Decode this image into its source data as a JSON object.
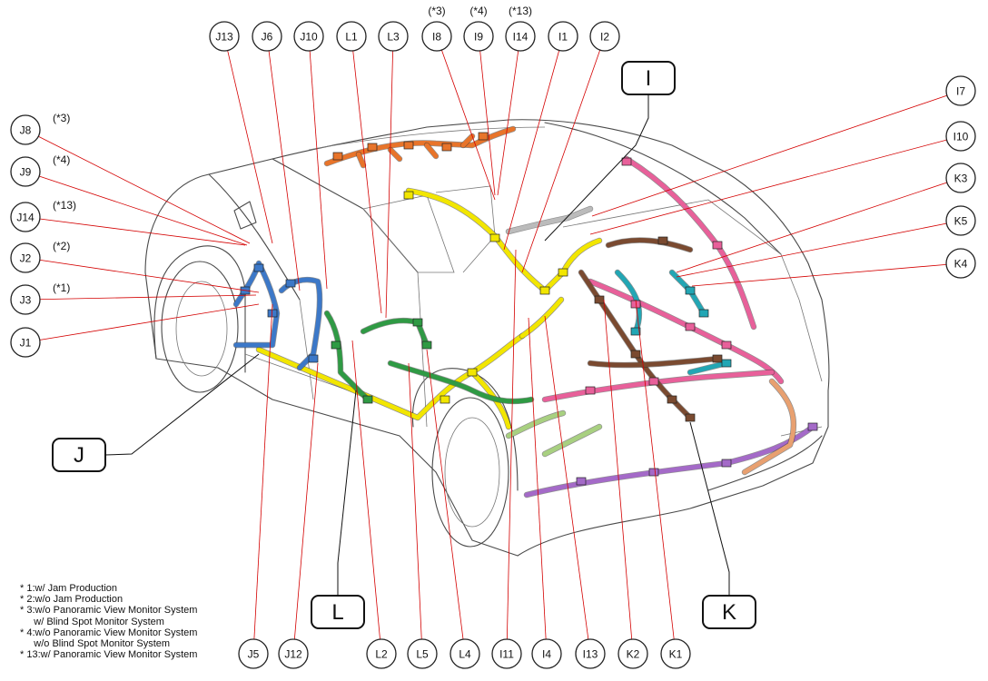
{
  "top_connectors": [
    {
      "id": "J13",
      "note": ""
    },
    {
      "id": "J6",
      "note": ""
    },
    {
      "id": "J10",
      "note": ""
    },
    {
      "id": "L1",
      "note": ""
    },
    {
      "id": "L3",
      "note": ""
    },
    {
      "id": "I8",
      "note": "(*3)"
    },
    {
      "id": "I9",
      "note": "(*4)"
    },
    {
      "id": "I14",
      "note": "(*13)"
    },
    {
      "id": "I1",
      "note": ""
    },
    {
      "id": "I2",
      "note": ""
    }
  ],
  "left_connectors": [
    {
      "id": "J8",
      "note": "(*3)"
    },
    {
      "id": "J9",
      "note": "(*4)"
    },
    {
      "id": "J14",
      "note": "(*13)"
    },
    {
      "id": "J2",
      "note": "(*2)"
    },
    {
      "id": "J3",
      "note": "(*1)"
    },
    {
      "id": "J1",
      "note": ""
    }
  ],
  "right_connectors": [
    {
      "id": "I7"
    },
    {
      "id": "I10"
    },
    {
      "id": "K3"
    },
    {
      "id": "K5"
    },
    {
      "id": "K4"
    }
  ],
  "bottom_connectors": [
    {
      "id": "J5"
    },
    {
      "id": "J12"
    },
    {
      "id": "L2"
    },
    {
      "id": "L5"
    },
    {
      "id": "L4"
    },
    {
      "id": "I11"
    },
    {
      "id": "I4"
    },
    {
      "id": "I13"
    },
    {
      "id": "K2"
    },
    {
      "id": "K1"
    }
  ],
  "zones": [
    {
      "label": "I"
    },
    {
      "label": "J"
    },
    {
      "label": "L"
    },
    {
      "label": "K"
    }
  ],
  "legend": [
    "* 1:w/ Jam Production",
    "* 2:w/o Jam Production",
    "* 3:w/o Panoramic View Monitor System",
    "     w/ Blind Spot Monitor System",
    "* 4:w/o Panoramic View Monitor System",
    "     w/o Blind Spot Monitor System",
    "* 13:w/ Panoramic View Monitor System"
  ],
  "colors": {
    "leader": "#d40000",
    "harness_orange": "#e8742a",
    "harness_yellow": "#f2e600",
    "harness_blue": "#3c78c8",
    "harness_green": "#2f9a44",
    "harness_pink": "#e8609a",
    "harness_brown": "#7a4a30",
    "harness_teal": "#22a6b4",
    "harness_purple": "#a46ac8",
    "harness_lightgreen": "#a8d080",
    "harness_peach": "#e8a070",
    "harness_gray": "#bbbbbb"
  }
}
